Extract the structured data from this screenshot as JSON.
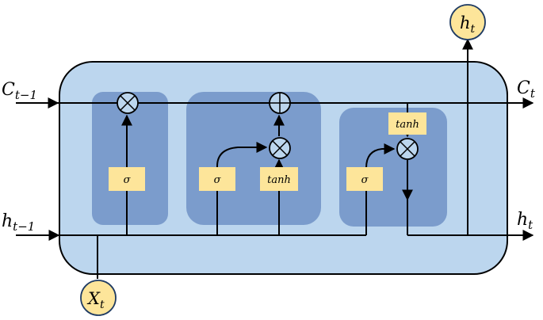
{
  "labels": {
    "c_prev_main": "C",
    "c_prev_sub": "t−1",
    "h_prev_main": "h",
    "h_prev_sub": "t−1",
    "c_out_main": "C",
    "c_out_sub": "t",
    "h_out_main": "h",
    "h_out_sub": "t",
    "h_top_main": "h",
    "h_top_sub": "t",
    "x_in_main": "X",
    "x_in_sub": "t"
  },
  "gates": {
    "forget_sigma": "σ",
    "input_sigma": "σ",
    "input_tanh": "tanh",
    "output_sigma": "σ",
    "output_tanh": "tanh"
  },
  "colors": {
    "cell_fill": "#bcd6ee",
    "gate_fill": "#7396c8",
    "box_fill": "#fde59a",
    "line": "#000000"
  }
}
